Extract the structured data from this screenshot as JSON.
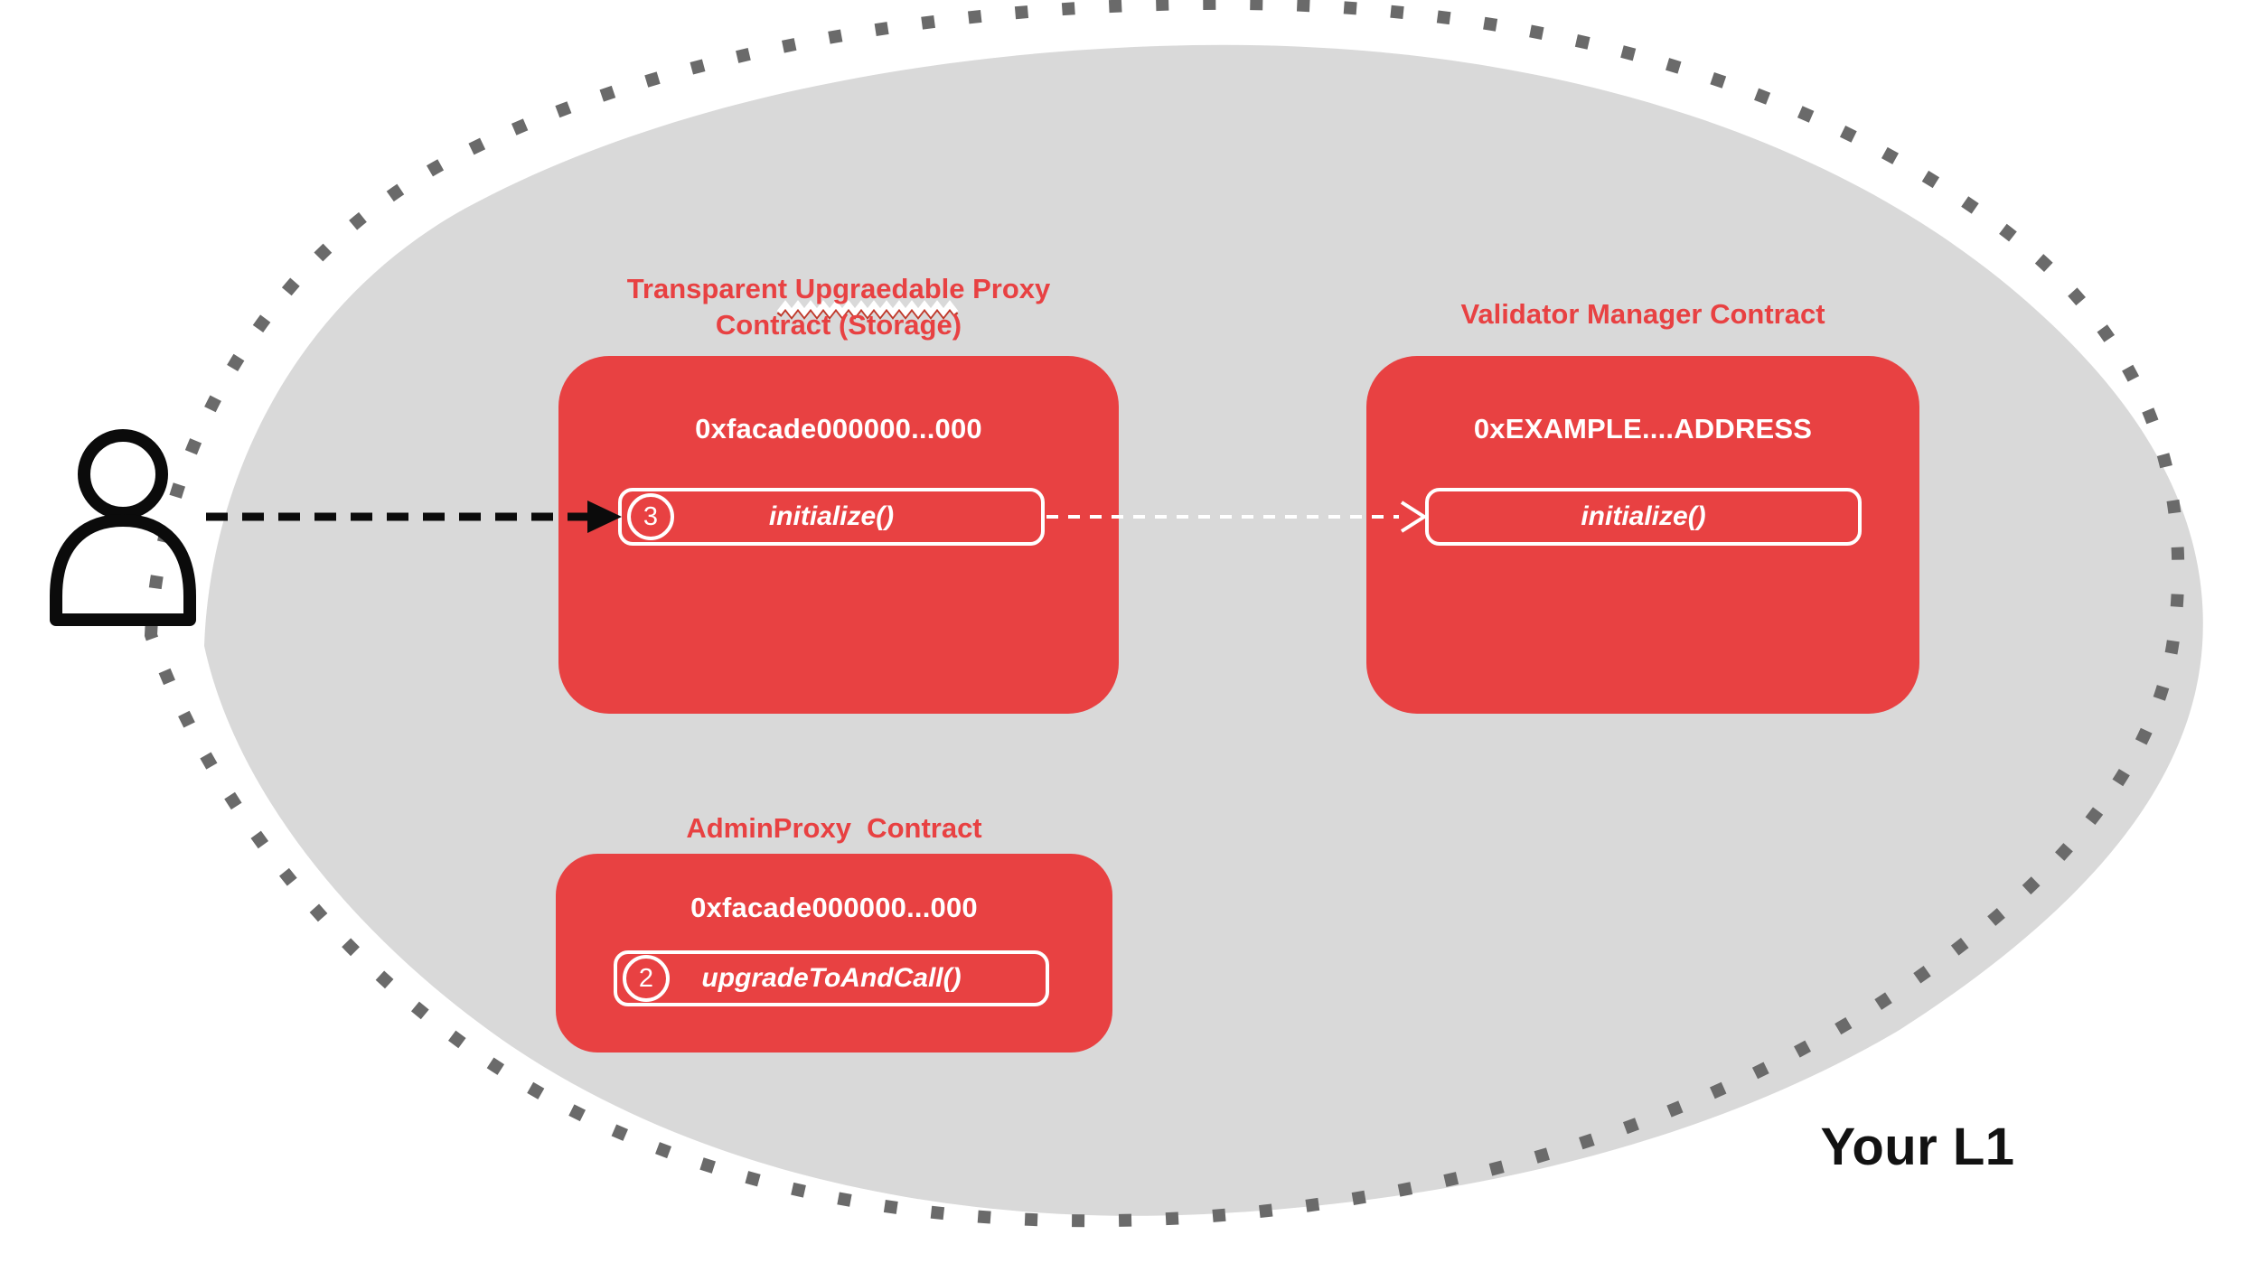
{
  "region_label": "Your L1",
  "palette": {
    "blob_gray": "#D9D9D9",
    "dot_gray": "#6A6A6A",
    "brand_red": "#E84142",
    "ink": "#121212",
    "white": "#FFFFFF"
  },
  "nodes": {
    "proxy": {
      "title_line1": "Transparent Upgraedable Proxy",
      "title_line2": "Contract (Storage)",
      "address": "0xfacade000000...000",
      "method_step": "3",
      "method_label": "initialize()"
    },
    "validator": {
      "title": "Validator Manager Contract",
      "address": "0xEXAMPLE....ADDRESS",
      "method_label": "initialize()"
    },
    "admin": {
      "title": "AdminProxy  Contract",
      "address": "0xfacade000000...000",
      "method_step": "2",
      "method_label": "upgradeToAndCall()"
    }
  },
  "edges": [
    {
      "from": "user",
      "to": "proxy.initialize()",
      "style": "black-dashed-arrow"
    },
    {
      "from": "proxy.initialize()",
      "to": "validator.initialize()",
      "style": "white-dashed-arrow"
    }
  ]
}
